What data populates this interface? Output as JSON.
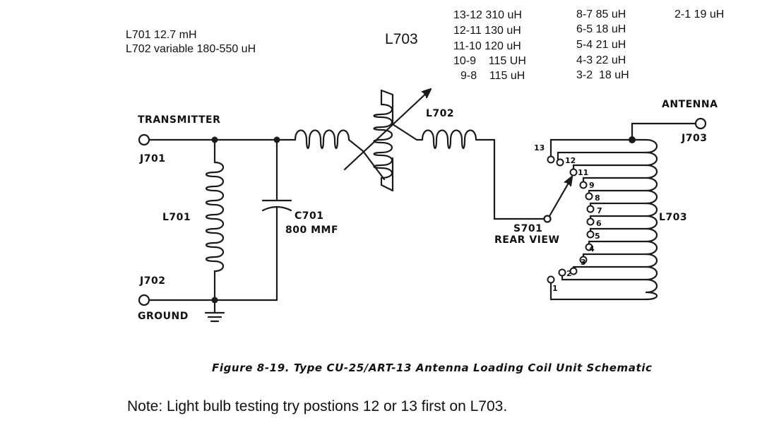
{
  "notes": {
    "l701": "L701 12.7 mH",
    "l702": "L702 variable 180-550 uH",
    "l703_title": "L703",
    "taps_col1": [
      "13-12 310 uH",
      "12-11 130 uH",
      "11-10 120 uH",
      "10-9    115 UH",
      "9-8    115 uH"
    ],
    "taps_col2": [
      "8-7 85 uH",
      "6-5 18 uH",
      "5-4 21 uH",
      "4-3 22 uH",
      "3-2  18 uH"
    ],
    "taps_col3": [
      "2-1 19 uH"
    ]
  },
  "schematic": {
    "transmitter": "TRANSMITTER",
    "j701": "J701",
    "j702": "J702",
    "ground": "GROUND",
    "l701": "L701",
    "c701": "C701",
    "c701_value": "800 MMF",
    "l702": "L702",
    "antenna": "ANTENNA",
    "j703": "J703",
    "l703": "L703",
    "s701": "S701",
    "s701_view": "REAR VIEW",
    "tap_numbers": [
      "1",
      "2",
      "3",
      "4",
      "5",
      "6",
      "7",
      "8",
      "9",
      "11",
      "12",
      "13"
    ]
  },
  "caption": "Figure 8-19. Type CU-25/ART-13 Antenna Loading Coil Unit Schematic",
  "footer_note": "Note: Light bulb testing try postions 12 or 13 first on L703."
}
